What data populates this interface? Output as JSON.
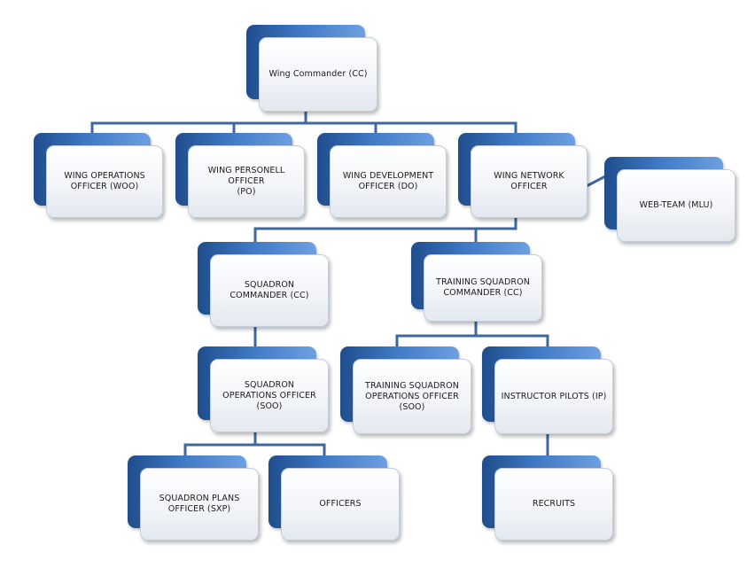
{
  "nodes": {
    "wing_commander": "Wing Commander (CC)",
    "wing_operations": "WING OPERATIONS\nOFFICER (WOO)",
    "wing_personell": "WING PERSONELL\nOFFICER\n(PO)",
    "wing_development": "WING DEVELOPMENT\nOFFICER (DO)",
    "wing_network": "WING NETWORK\nOFFICER",
    "web_team": "WEB-TEAM (MLU)",
    "squadron_commander": "SQUADRON\nCOMMANDER (CC)",
    "training_squadron_commander": "TRAINING SQUADRON\nCOMMANDER (CC)",
    "squadron_operations": "SQUADRON\nOPERATIONS OFFICER\n(SOO)",
    "training_squadron_operations": "TRAINING SQUADRON\nOPERATIONS OFFICER\n(SOO)",
    "instructor_pilots": "INSTRUCTOR PILOTS (IP)",
    "squadron_plans": "SQUADRON PLANS\nOFFICER (SXP)",
    "officers": "OFFICERS",
    "recruits": "RECRUITS"
  },
  "colors": {
    "connector": "#3d679e",
    "box_back": "#3f78c4",
    "box_front": "#f2f5f9"
  }
}
